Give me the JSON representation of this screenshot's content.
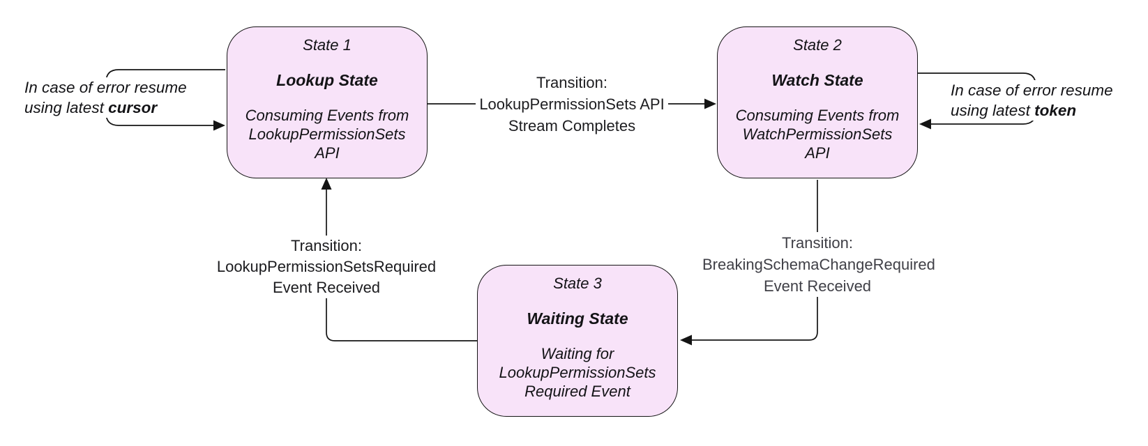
{
  "diagram": {
    "colors": {
      "background": "#ffffff",
      "state_fill": "#f8e3f9",
      "stroke": "#141414",
      "text": "#131316",
      "muted_text": "#3f3f46"
    },
    "states": {
      "state1": {
        "label": "State 1",
        "title": "Lookup State",
        "desc_lines": [
          "Consuming Events from",
          "LookupPermissionSets",
          "API"
        ]
      },
      "state2": {
        "label": "State 2",
        "title": "Watch State",
        "desc_lines": [
          "Consuming Events from",
          "WatchPermissionSets",
          "API"
        ]
      },
      "state3": {
        "label": "State 3",
        "title": "Waiting State",
        "desc_lines": [
          "Waiting for",
          "LookupPermissionSets",
          "Required Event"
        ]
      }
    },
    "transitions": {
      "stream_completes": {
        "lines": [
          "Transition:",
          "LookupPermissionSets API",
          "Stream Completes"
        ]
      },
      "lookup_required": {
        "lines": [
          "Transition:",
          "LookupPermissionSetsRequired",
          "Event Received"
        ]
      },
      "breaking_schema": {
        "lines": [
          "Transition:",
          "BreakingSchemaChangeRequired",
          "Event Received"
        ]
      }
    },
    "error_loops": {
      "cursor": {
        "line1": "In case of error resume",
        "line2_prefix": "using latest ",
        "line2_bold": "cursor"
      },
      "token": {
        "line1": "In case of error resume",
        "line2_prefix": "using latest ",
        "line2_bold": "token"
      }
    }
  }
}
